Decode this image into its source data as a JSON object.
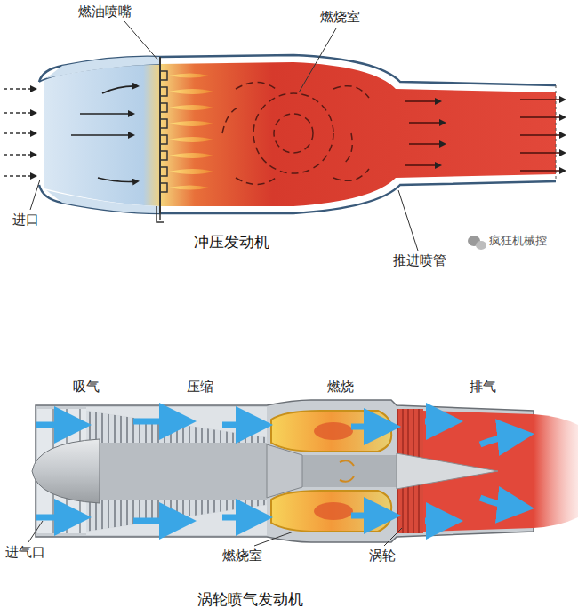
{
  "diagram": {
    "labels": [
      "燃油喷嘴",
      "燃烧室",
      "进口",
      "冲压发动机",
      "疯狂机械控",
      "推进喷管",
      "吸气",
      "压缩",
      "燃烧",
      "排气",
      "进气口",
      "燃烧室",
      "涡轮",
      "涡轮喷气发动机"
    ]
  }
}
